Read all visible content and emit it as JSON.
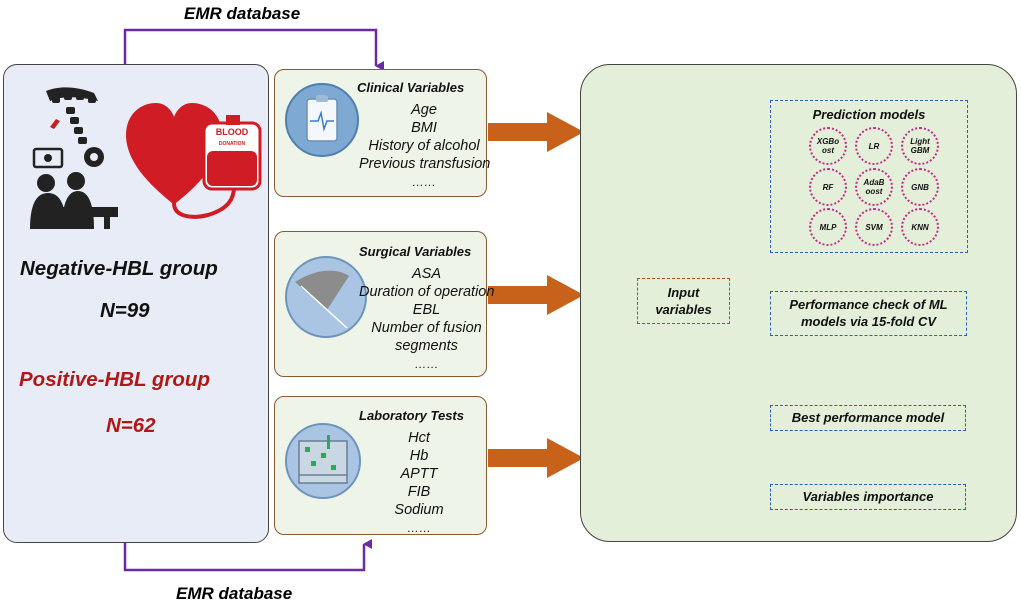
{
  "emr_top": "EMR database",
  "emr_bottom": "EMR database",
  "left": {
    "negative_group": "Negative-HBL group",
    "negative_n": "N=99",
    "positive_group": "Positive-HBL group",
    "positive_n": "N=62",
    "blood_bag_text": "BLOOD\nDONATION"
  },
  "clinical": {
    "title": "Clinical Variables",
    "items": [
      "Age",
      "BMI",
      "History of alcohol",
      "Previous transfusion",
      "……"
    ]
  },
  "surgical": {
    "title": "Surgical Variables",
    "items": [
      "ASA",
      "Duration of operation",
      "EBL",
      "Number of fusion",
      "segments",
      "……"
    ]
  },
  "lab": {
    "title": "Laboratory Tests",
    "items": [
      "Hct",
      "Hb",
      "APTT",
      "FIB",
      "Sodium",
      "……"
    ]
  },
  "input_variables": "Input\nvariables",
  "prediction_title": "Prediction  models",
  "models": [
    "XGBo\nost",
    "LR",
    "Light\nGBM",
    "RF",
    "AdaB\noost",
    "GNB",
    "MLP",
    "SVM",
    "KNN"
  ],
  "performance_check": "Performance check of ML\nmodels via 15-fold CV",
  "best_model": "Best performance model",
  "importance": "Variables importance",
  "colors": {
    "purple_arrow": "#6a2ca0",
    "orange_arrow": "#c8611a",
    "positive_red": "#b01818",
    "blue_dash": "#2e5fb8",
    "magenta_circle": "#c12a8a"
  }
}
